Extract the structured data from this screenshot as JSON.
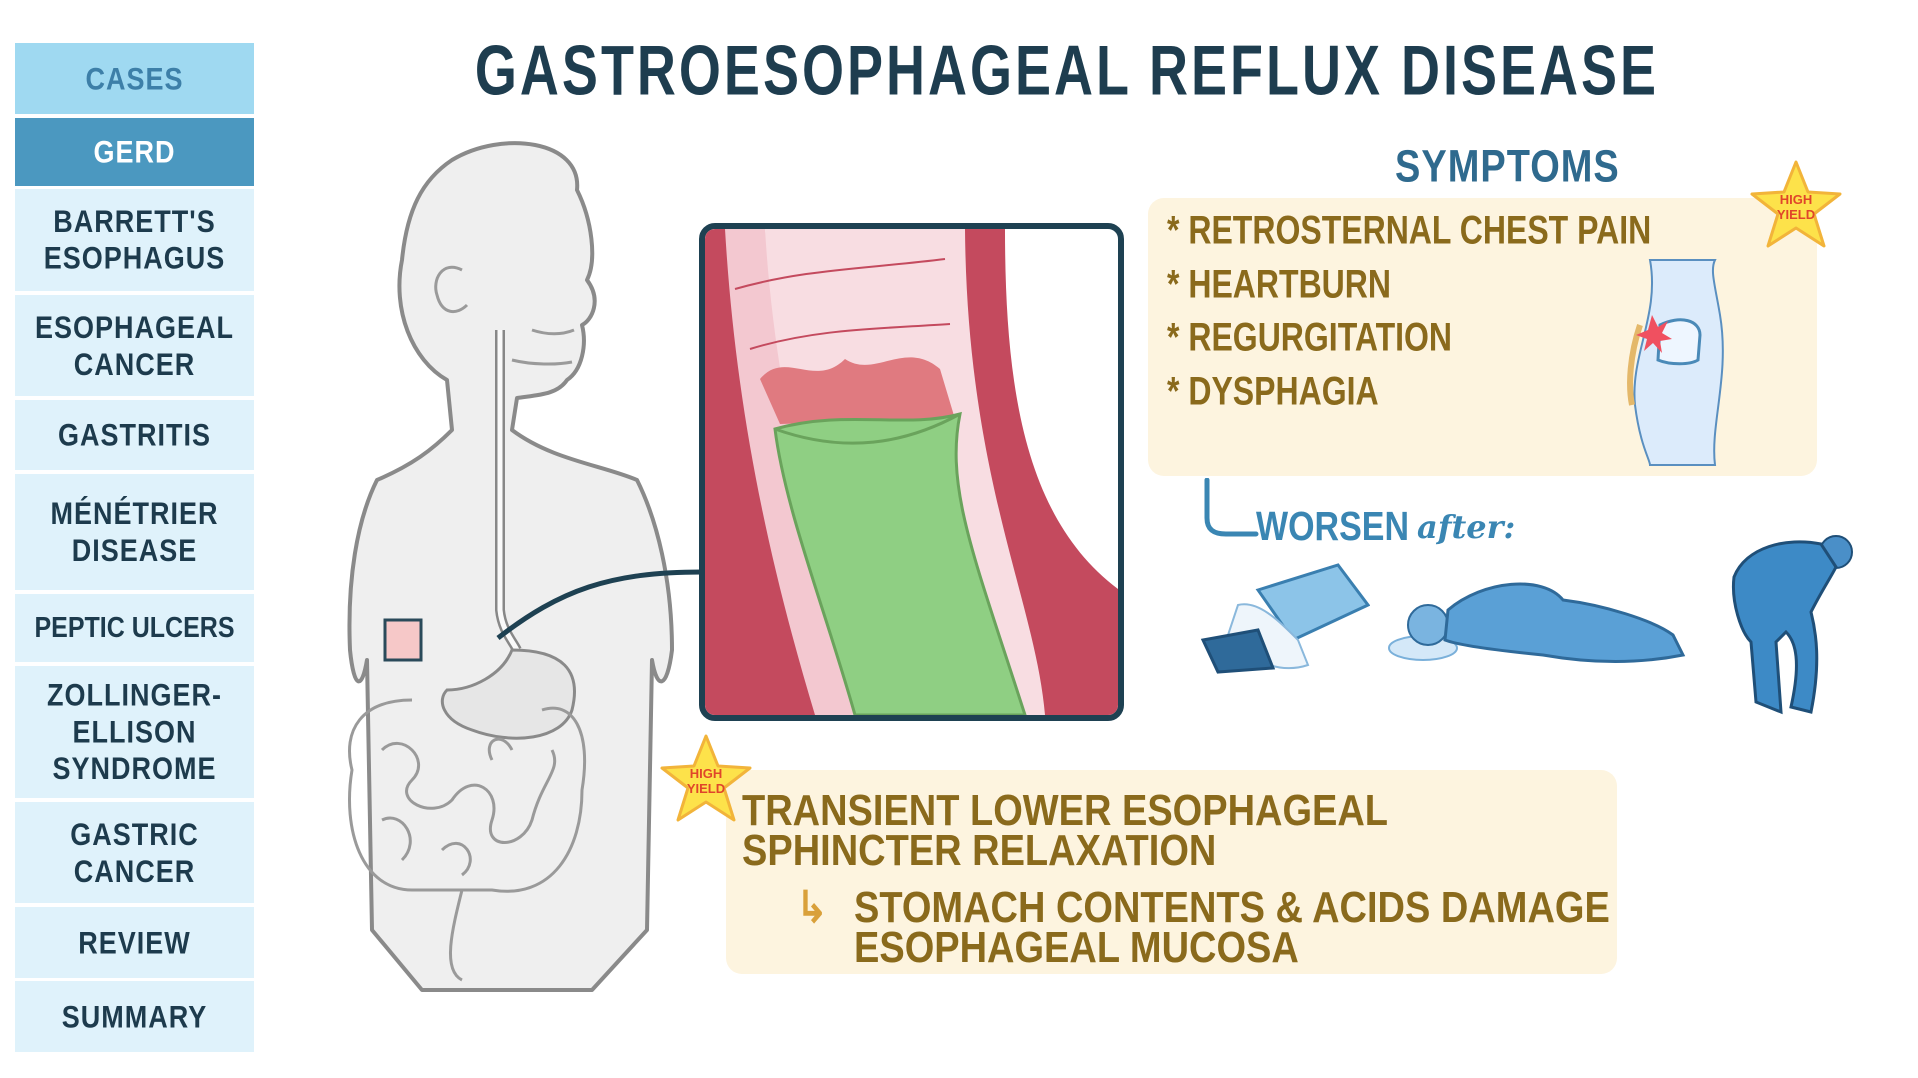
{
  "sidebar": {
    "items": [
      {
        "label": "CASES",
        "state": "header"
      },
      {
        "label": "GERD",
        "state": "active"
      },
      {
        "label": "BARRETT'S ESOPHAGUS"
      },
      {
        "label": "ESOPHAGEAL CANCER"
      },
      {
        "label": "GASTRITIS"
      },
      {
        "label": "MÉNÉTRIER DISEASE"
      },
      {
        "label": "PEPTIC ULCERS"
      },
      {
        "label": "ZOLLINGER-ELLISON SYNDROME"
      },
      {
        "label": "GASTRIC CANCER"
      },
      {
        "label": "REVIEW"
      },
      {
        "label": "SUMMARY"
      }
    ]
  },
  "header": {
    "title": "GASTROESOPHAGEAL REFLUX DISEASE"
  },
  "symptoms": {
    "heading": "SYMPTOMS",
    "bullet": "*",
    "items": [
      "RETROSTERNAL CHEST PAIN",
      "HEARTBURN",
      "REGURGITATION",
      "DYSPHAGIA"
    ],
    "badge": {
      "line1": "HIGH",
      "line2": "YIELD"
    }
  },
  "worsen": {
    "label": "WORSEN",
    "suffix": "after:",
    "triggers": [
      "large-meal-icon",
      "lying-down-icon",
      "bending-over-icon"
    ]
  },
  "mechanism": {
    "badge": {
      "line1": "HIGH",
      "line2": "YIELD"
    },
    "line1": "TRANSIENT LOWER ESOPHAGEAL",
    "line2": "SPHINCTER RELAXATION",
    "arrow": "↳",
    "result1": "STOMACH CONTENTS & ACIDS DAMAGE",
    "result2": "ESOPHAGEAL MUCOSA"
  },
  "colors": {
    "title": "#1e3d4f",
    "sidebar_bg": "#dff2fb",
    "sidebar_header": "#9fd9f1",
    "sidebar_active": "#4b98c0",
    "note_bg": "#fdf4df",
    "note_text": "#8a6a1c",
    "accent_blue": "#3a86b3",
    "star": "#fde24a"
  }
}
